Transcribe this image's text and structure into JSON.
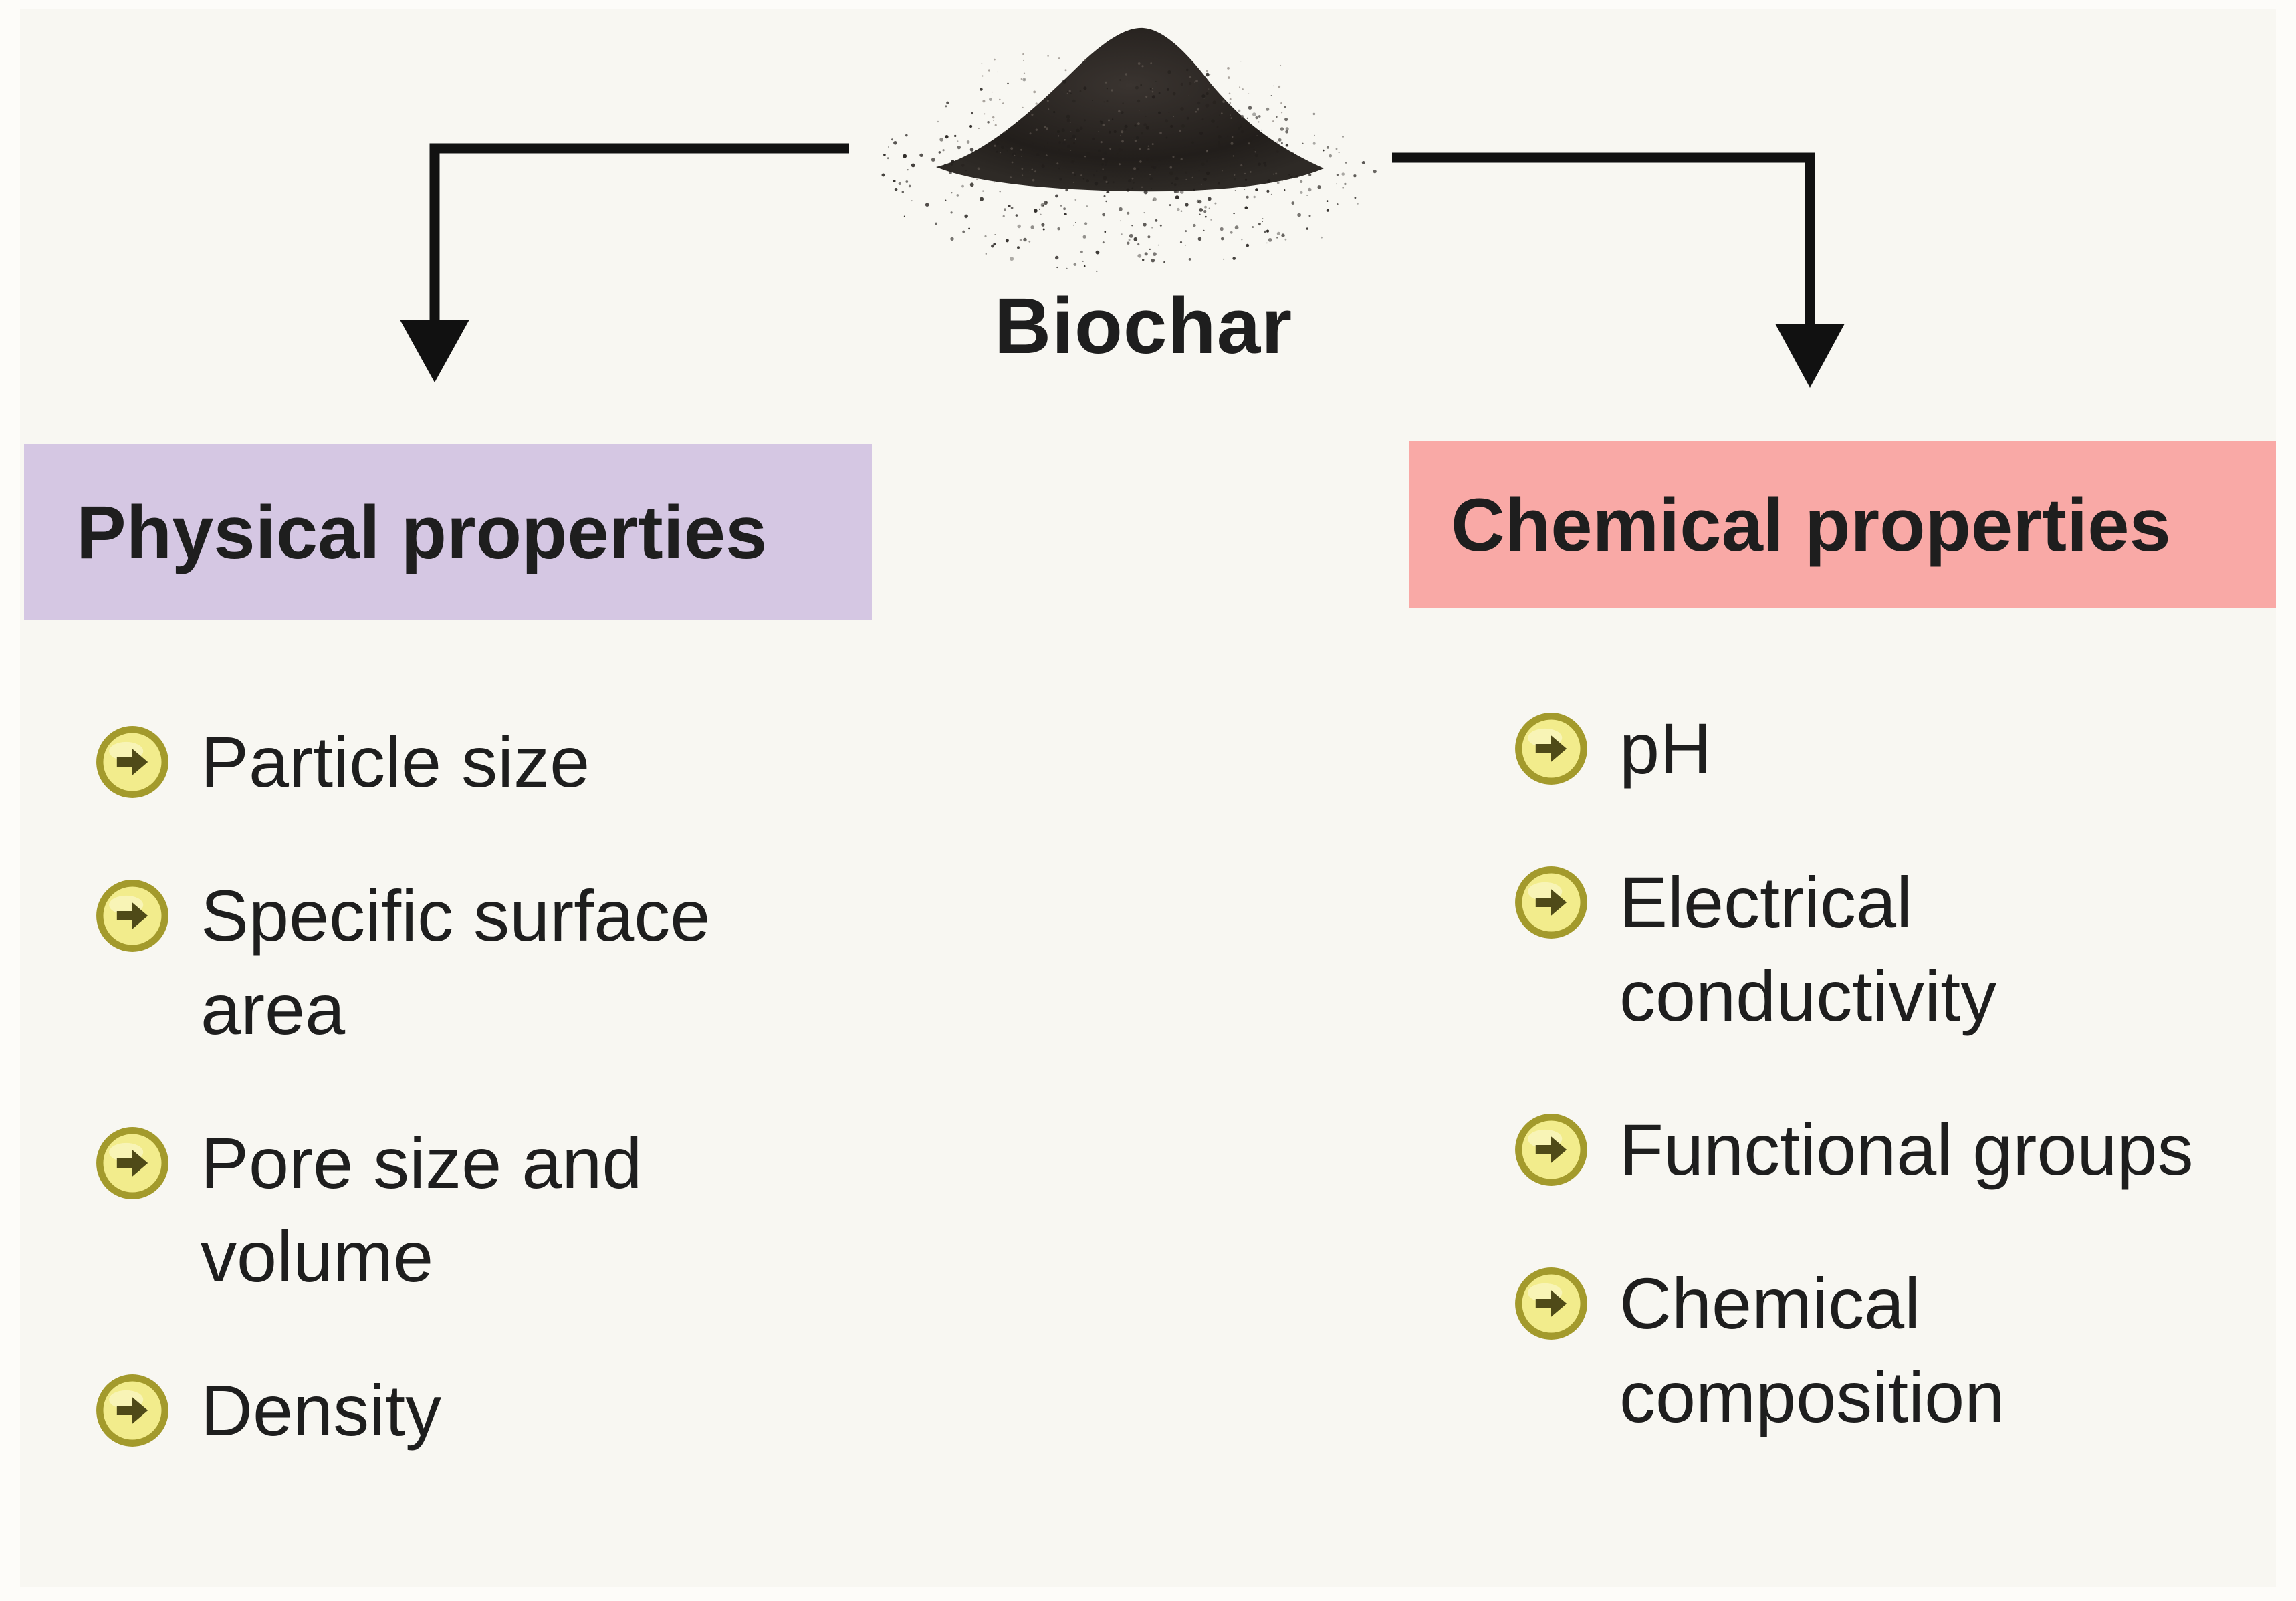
{
  "root": {
    "label": "Biochar",
    "image_icon": "biochar-pile-icon"
  },
  "branches": [
    {
      "key": "physical",
      "title": "Physical properties",
      "color": "#d5c7e3",
      "items": [
        "Particle size",
        "Specific surface area",
        "Pore size and volume",
        "Density"
      ]
    },
    {
      "key": "chemical",
      "title": "Chemical properties",
      "color": "#f9a9a6",
      "items": [
        "pH",
        "Electrical conductivity",
        "Functional groups",
        "Chemical composition"
      ]
    }
  ],
  "bullet": {
    "icon": "arrow-right-circle-icon",
    "fill": "#f2ec8c",
    "stroke": "#a39a2c",
    "arrow_color": "#4f4a18"
  },
  "colors": {
    "connector": "#111111",
    "background": "#f8f7f2",
    "biochar": "#221e1b"
  }
}
